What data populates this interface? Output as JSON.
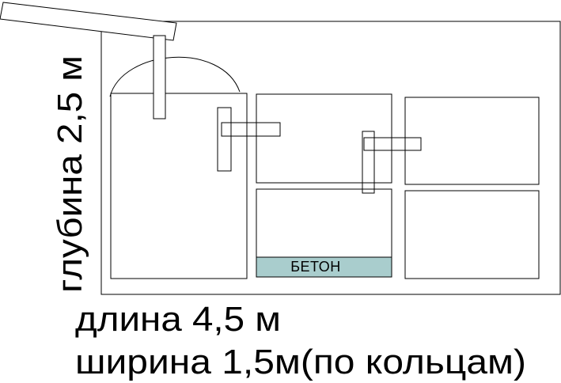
{
  "labels": {
    "depth": "глубина 2,5 м",
    "length": "длина 4,5 м",
    "width": "ширина 1,5м(по кольцам)",
    "concrete": "БЕТОН"
  },
  "colors": {
    "line": "#000000",
    "background": "#ffffff",
    "concrete_fill": "#a9cdcd"
  }
}
